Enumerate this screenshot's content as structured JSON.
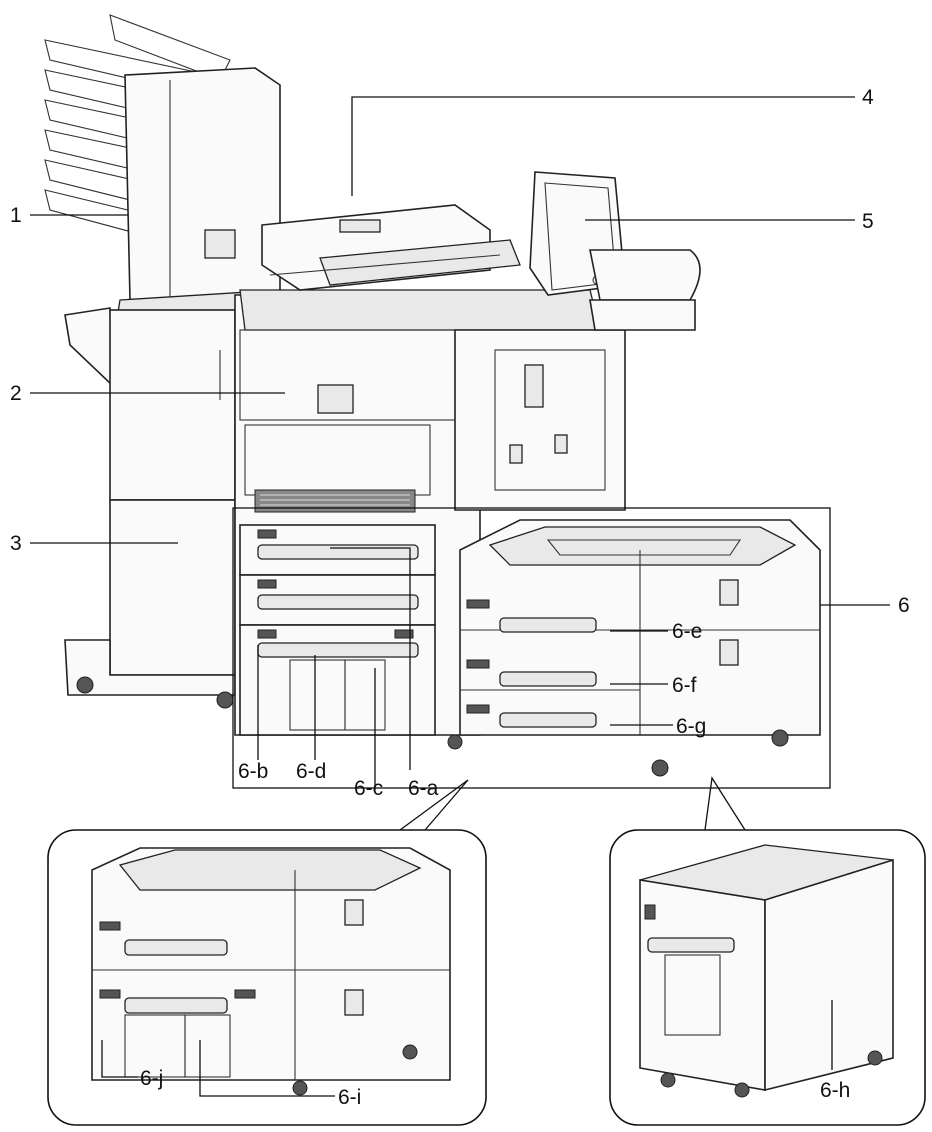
{
  "callouts": {
    "c1": "1",
    "c2": "2",
    "c3": "3",
    "c4": "4",
    "c5": "5",
    "c6": "6",
    "c6a": "6-a",
    "c6b": "6-b",
    "c6c": "6-c",
    "c6d": "6-d",
    "c6e": "6-e",
    "c6f": "6-f",
    "c6g": "6-g",
    "c6h": "6-h",
    "c6i": "6-i",
    "c6j": "6-j"
  }
}
